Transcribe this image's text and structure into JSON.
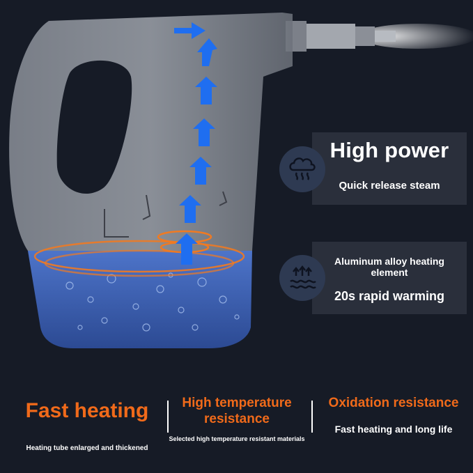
{
  "features_right": [
    {
      "title": "High power",
      "subtitle": "Quick release steam",
      "icon": "steam-cloud-icon"
    },
    {
      "title": "Aluminum alloy heating element",
      "subtitle": "20s rapid warming",
      "icon": "heat-waves-icon"
    }
  ],
  "features_bottom": [
    {
      "title": "Fast heating",
      "description": "Heating tube enlarged and thickened"
    },
    {
      "title": "High temperature resistance",
      "description": "Selected high temperature resistant materials"
    },
    {
      "title": "Oxidation resistance",
      "description": "Fast heating and long life"
    }
  ],
  "colors": {
    "background": "#161b26",
    "accent_orange": "#f06a1a",
    "arrow_blue": "#1f6ef0",
    "water_blue": "#3a5fb8",
    "card": "#2a2f3b"
  }
}
